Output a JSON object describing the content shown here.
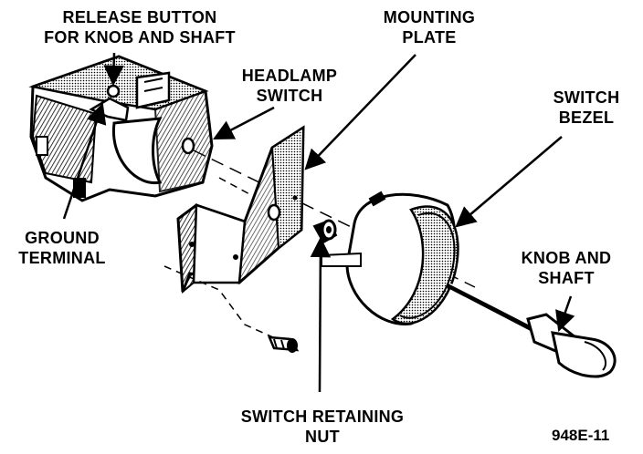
{
  "labels": {
    "release_button": [
      "RELEASE BUTTON",
      "FOR KNOB AND SHAFT"
    ],
    "mounting_plate": [
      "MOUNTING",
      "PLATE"
    ],
    "headlamp_switch": [
      "HEADLAMP",
      "SWITCH"
    ],
    "switch_bezel": [
      "SWITCH",
      "BEZEL"
    ],
    "ground_terminal": [
      "GROUND",
      "TERMINAL"
    ],
    "knob_and_shaft": [
      "KNOB AND",
      "SHAFT"
    ],
    "switch_retaining_nut": [
      "SWITCH RETAINING",
      "NUT"
    ]
  },
  "figure_id": "948E-11"
}
